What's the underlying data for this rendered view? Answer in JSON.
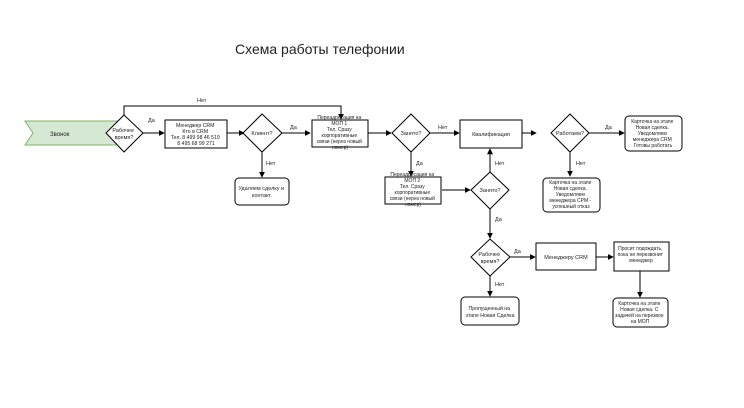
{
  "title": "Схема работы телефонии",
  "nodes": {
    "start": "Звонок",
    "work_time_1": [
      "Рабочее",
      "время?"
    ],
    "crm_manager": [
      "Менеджер CRM",
      "Кто в CRM",
      "Тел. 8 499 98 46 519",
      "8 495 68 99 271"
    ],
    "client_q": [
      "Клиент?"
    ],
    "delete_deal": [
      "Удаляем сделку и",
      "контакт."
    ],
    "forward_mop1": [
      "Переадресация на",
      "МОП 1",
      "Тел. Сразу",
      "корпоративные",
      "связи (нерез новый",
      "номер)"
    ],
    "busy_1": [
      "Занято?"
    ],
    "forward_mop2": [
      "Переадресация на",
      "МОП 2",
      "Тел. Сразу",
      "корпоративные",
      "связи (нерез новый",
      "номер)"
    ],
    "busy_2": [
      "Занято?"
    ],
    "qualification": "Квалификация",
    "work_q": [
      "Работаем?"
    ],
    "card_new_deal": [
      "Карточка на этапе",
      "Новая сделка.",
      "Уведомляем",
      "менеджера CRM",
      "Готовы работать"
    ],
    "card_lost": [
      "Карточка на этапе",
      "Новая сделка.",
      "Уведомляем",
      "менеджера CPM -",
      "успешный отказ"
    ],
    "work_time_2": [
      "Рабочее",
      "время?"
    ],
    "missed_call": [
      "Пропущенный на",
      "этапе Новая Сделка"
    ],
    "manager_crm": "Менеджеру CRM",
    "call_back": [
      "Просит подождать,",
      "пока не перезвонит",
      "менеджер"
    ],
    "card_task": [
      "Карточка на этапе",
      "Новая сделка. С",
      "задачей на перезвон",
      "на МОП"
    ]
  },
  "labels": {
    "no": "Нет",
    "yes": "Да"
  },
  "colors": {
    "start_fill": "#d5e8d4",
    "start_stroke": "#82b366",
    "stroke": "#000000"
  }
}
